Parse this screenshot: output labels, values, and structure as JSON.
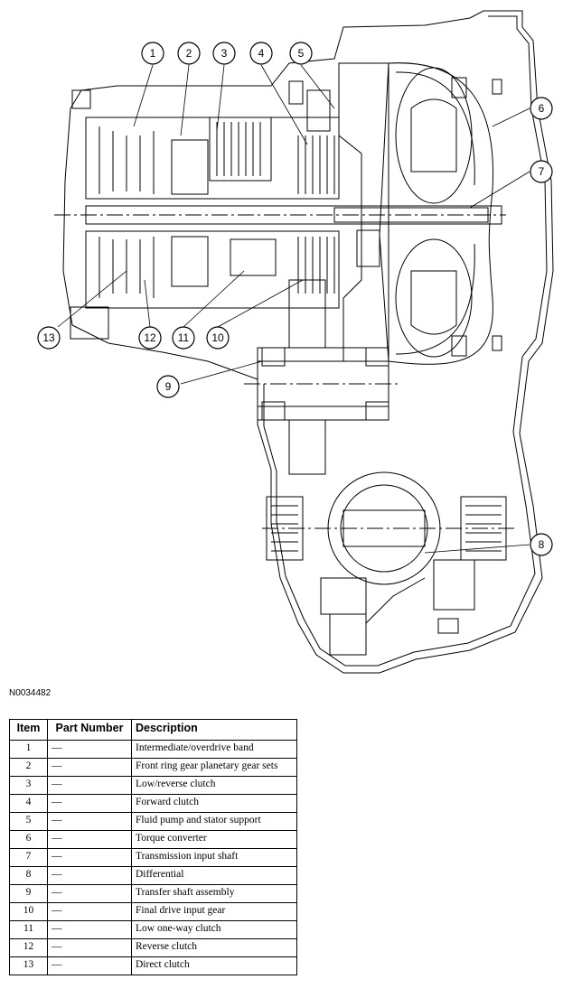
{
  "figure": {
    "id": "N0034482",
    "callouts": [
      "1",
      "2",
      "3",
      "4",
      "5",
      "6",
      "7",
      "8",
      "9",
      "10",
      "11",
      "12",
      "13"
    ]
  },
  "table": {
    "headers": [
      "Item",
      "Part Number",
      "Description"
    ],
    "rows": [
      {
        "item": "1",
        "part": "—",
        "desc": "Intermediate/overdrive band"
      },
      {
        "item": "2",
        "part": "—",
        "desc": "Front ring gear planetary gear sets"
      },
      {
        "item": "3",
        "part": "—",
        "desc": "Low/reverse clutch"
      },
      {
        "item": "4",
        "part": "—",
        "desc": "Forward clutch"
      },
      {
        "item": "5",
        "part": "—",
        "desc": "Fluid pump and stator support"
      },
      {
        "item": "6",
        "part": "—",
        "desc": "Torque converter"
      },
      {
        "item": "7",
        "part": "—",
        "desc": "Transmission input shaft"
      },
      {
        "item": "8",
        "part": "—",
        "desc": "Differential"
      },
      {
        "item": "9",
        "part": "—",
        "desc": "Transfer shaft assembly"
      },
      {
        "item": "10",
        "part": "—",
        "desc": "Final drive input gear"
      },
      {
        "item": "11",
        "part": "—",
        "desc": "Low one-way clutch"
      },
      {
        "item": "12",
        "part": "—",
        "desc": "Reverse clutch"
      },
      {
        "item": "13",
        "part": "—",
        "desc": "Direct clutch"
      }
    ]
  }
}
